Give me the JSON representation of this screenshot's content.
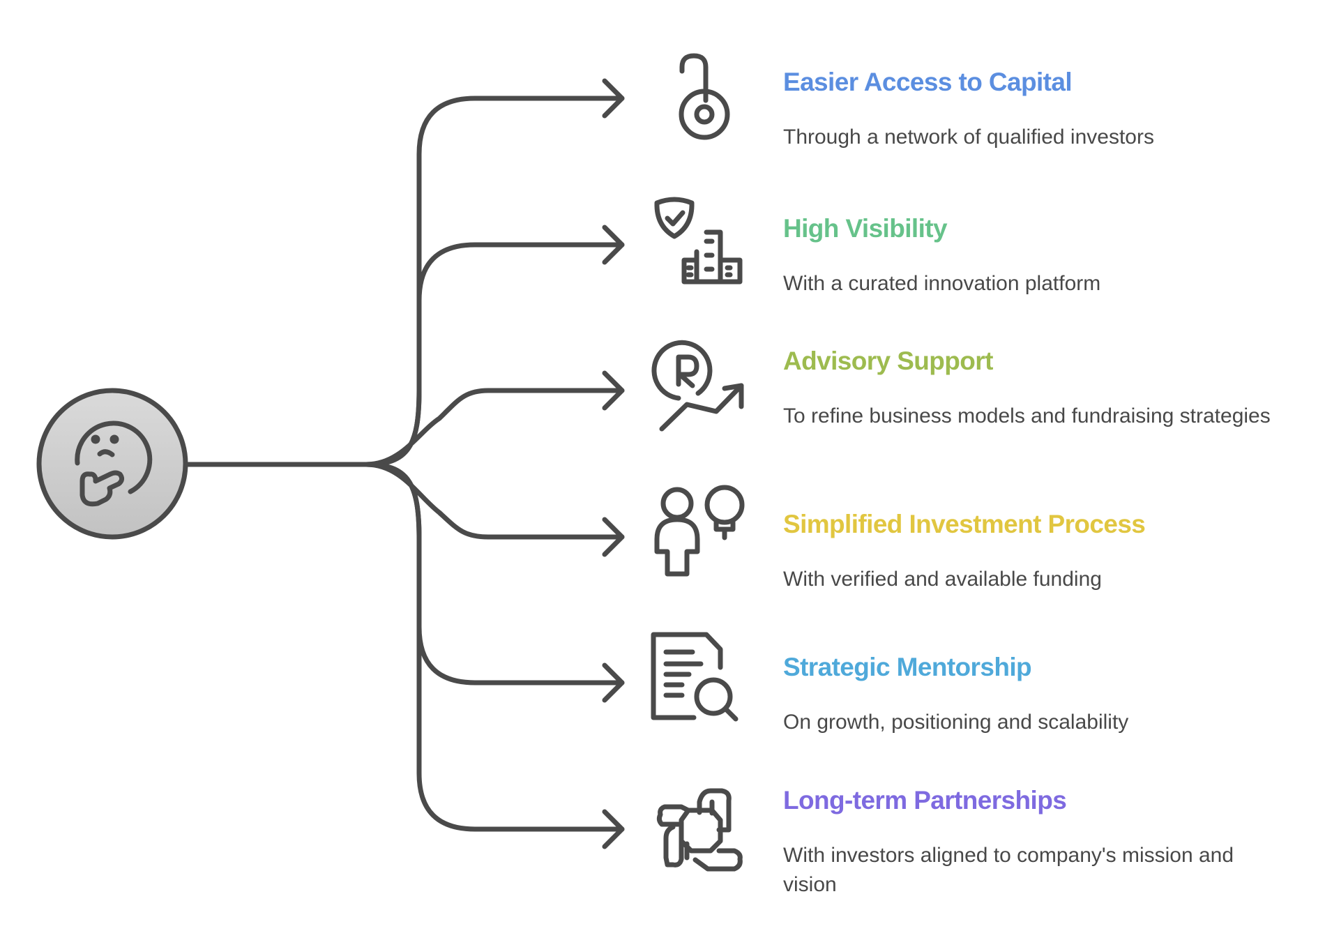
{
  "diagram": {
    "type": "mind-map-branch",
    "root": {
      "icon": "thinking-face-icon",
      "label": ""
    },
    "line_color": "#4a4a4a",
    "items": [
      {
        "title": "Easier Access to Capital",
        "description": "Through a network of qualified investors",
        "icon": "open-lock-icon",
        "color": "#5b8ee0"
      },
      {
        "title": "High Visibility",
        "description": "With a curated innovation platform",
        "icon": "shield-check-buildings-icon",
        "color": "#66c28a"
      },
      {
        "title": "Advisory Support",
        "description": "To refine business models and fundraising strategies",
        "icon": "registered-trend-up-icon",
        "color": "#9dbb4f"
      },
      {
        "title": "Simplified Investment Process",
        "description": "With verified and available funding",
        "icon": "person-lightbulb-icon",
        "color": "#e1c640"
      },
      {
        "title": "Strategic Mentorship",
        "description": "On growth, positioning and scalability",
        "icon": "document-search-icon",
        "color": "#4fa9da"
      },
      {
        "title": "Long-term Partnerships",
        "description": "With investors aligned to company's mission and vision",
        "icon": "joined-hands-icon",
        "color": "#7e6ae0"
      }
    ]
  }
}
